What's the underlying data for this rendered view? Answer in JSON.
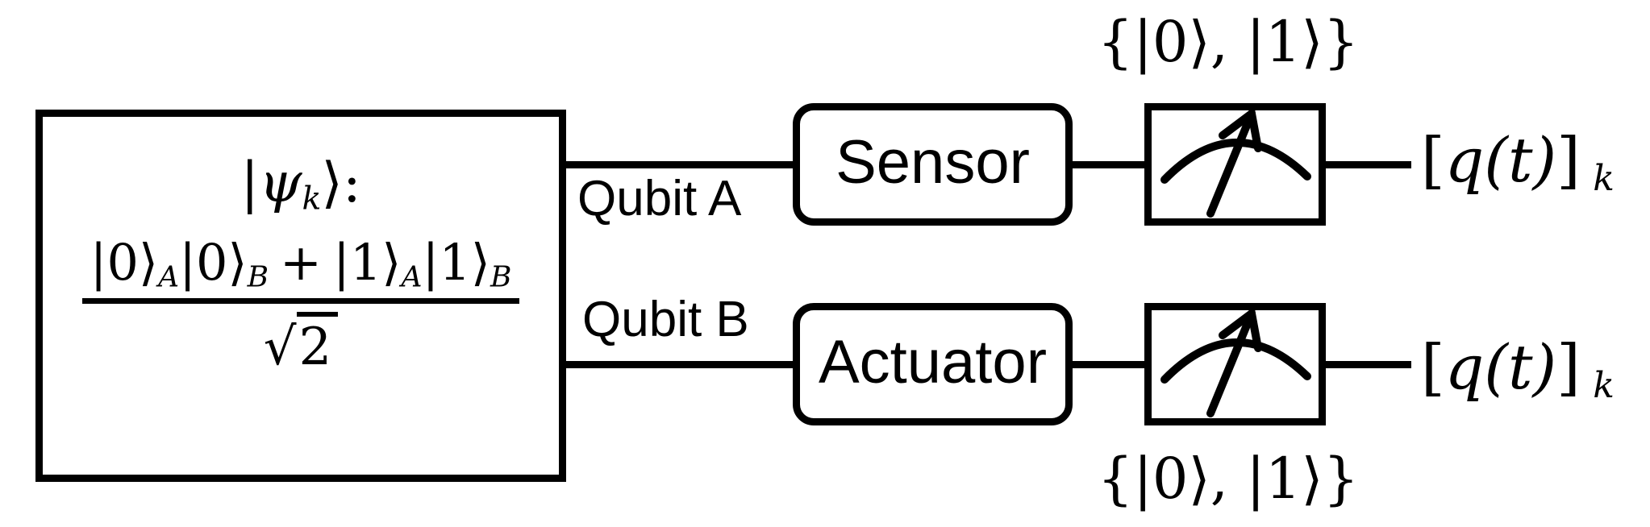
{
  "state_box": {
    "title": {
      "open": "|",
      "psi": "ψ",
      "sub": "k",
      "close": "⟩:"
    },
    "numerator": {
      "k1": "|0⟩",
      "s1": "A",
      "k2": "|0⟩",
      "s2": "B",
      "plus": "+",
      "k3": "|1⟩",
      "s3": "A",
      "k4": "|1⟩",
      "s4": "B"
    },
    "denominator": {
      "radical": "√",
      "radicand": "2"
    }
  },
  "rows": [
    {
      "wire_label": "Qubit A",
      "block_label": "Sensor",
      "basis_label": "{|0⟩, |1⟩}",
      "output": {
        "open": "[",
        "expr": "q(t)",
        "close": "]",
        "sub": "k"
      }
    },
    {
      "wire_label": "Qubit B",
      "block_label": "Actuator",
      "basis_label": "{|0⟩, |1⟩}",
      "output": {
        "open": "[",
        "expr": "q(t)",
        "close": "]",
        "sub": "k"
      }
    }
  ],
  "colors": {
    "ink": "#000000",
    "background": "#ffffff"
  }
}
